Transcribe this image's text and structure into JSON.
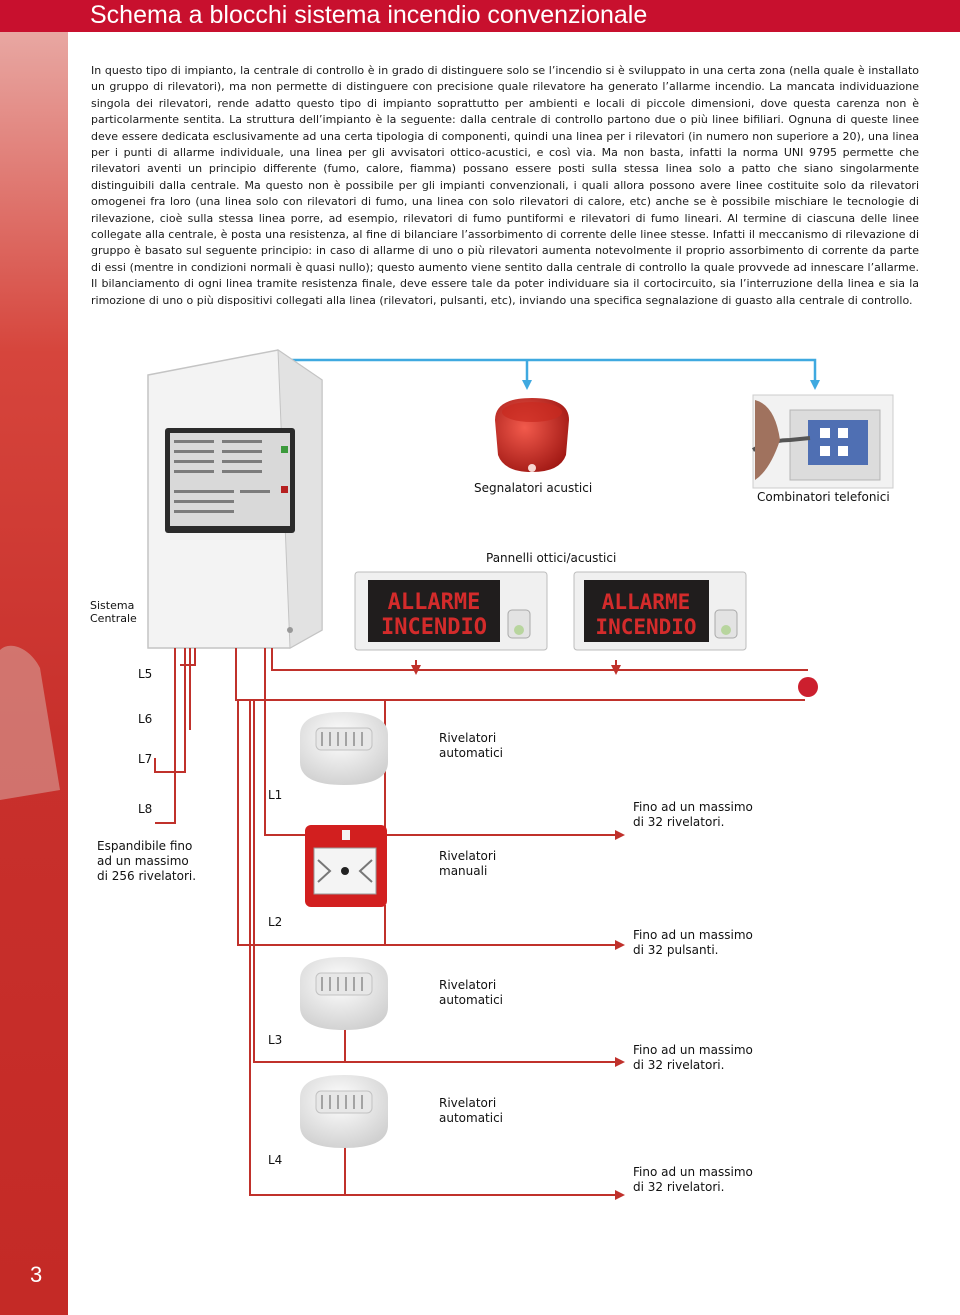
{
  "title": "Schema a blocchi sistema incendio convenzionale",
  "page_number": "3",
  "intro": "In questo tipo di impianto, la centrale di controllo è in grado di distinguere solo se l’incendio si è sviluppato in una certa zona (nella quale è installato un gruppo di rilevatori), ma non permette di distinguere con precisione quale rilevatore ha generato l’allarme incendio. La mancata individuazione singola dei rilevatori, rende adatto questo tipo di impianto soprattutto per ambienti e locali di piccole dimensioni, dove questa carenza non è particolarmente sentita. La struttura dell’impianto è la seguente: dalla centrale di controllo partono due o più linee bifiliari. Ognuna di queste linee deve essere dedicata esclusivamente ad una certa tipologia di componenti, quindi una linea per i rilevatori (in numero non superiore a 20), una linea per i punti di allarme individuale, una linea per gli avvisatori ottico-acustici, e così via. Ma non basta, infatti la norma UNI 9795 permette che rilevatori aventi un principio differente (fumo, calore, fiamma) possano essere posti sulla stessa linea solo a patto che siano singolarmente distinguibili dalla centrale. Ma questo non è possibile per gli impianti convenzionali, i quali allora possono avere linee costituite solo da rilevatori omogenei fra loro (una linea solo con rilevatori di fumo, una linea con solo rilevatori di calore, etc) anche se è possibile mischiare le tecnologie di rilevazione, cioè sulla stessa linea porre, ad esempio, rilevatori di fumo puntiformi e rilevatori di fumo lineari. Al termine di ciascuna delle linee collegate alla centrale, è posta una resistenza, al fine di bilanciare l’assorbimento di corrente delle linee stesse. Infatti il meccanismo di rilevazione di gruppo è basato sul seguente principio: in caso di allarme di uno o più rilevatori aumenta notevolmente il proprio assorbimento di corrente da parte di essi (mentre in condizioni normali è quasi nullo); questo aumento viene sentito dalla centrale di controllo la quale provvede ad innescare l’allarme. Il bilanciamento di ogni linea tramite resistenza finale, deve essere tale da poter individuare sia il cortocircuito, sia l’interruzione della linea e sia la rimozione di uno o più dispositivi collegati alla linea (rilevatori, pulsanti, etc), inviando una specifica segnalazione di guasto alla centrale di controllo.",
  "diagram": {
    "segnalatori": "Segnalatori acustici",
    "combinatori": "Combinatori telefonici",
    "pannelli": "Pannelli ottici/acustici",
    "sistema_centrale_1": "Sistema",
    "sistema_centrale_2": "Centrale",
    "panel_text_1": "ALLARME",
    "panel_text_2": "INCENDIO",
    "lines": {
      "L5": "L5",
      "L6": "L6",
      "L7": "L7",
      "L8": "L8",
      "L1": "L1",
      "L2": "L2",
      "L3": "L3",
      "L4": "L4"
    },
    "espandibile": [
      "Espandibile fino",
      "ad un massimo",
      "di 256 rivelatori."
    ],
    "rivelatori_automatici": [
      "Rivelatori",
      "automatici"
    ],
    "rivelatori_manuali": [
      "Rivelatori",
      "manuali"
    ],
    "fino_rivelatori": [
      "Fino ad un massimo",
      "di 32 rivelatori."
    ],
    "fino_pulsanti": [
      "Fino ad un massimo",
      "di 32 pulsanti."
    ]
  },
  "colors": {
    "brand_red": "#c8102e",
    "wire_red": "#c0312b",
    "wire_blue": "#3fa9e0",
    "eol_dot": "#cc1f2e"
  }
}
